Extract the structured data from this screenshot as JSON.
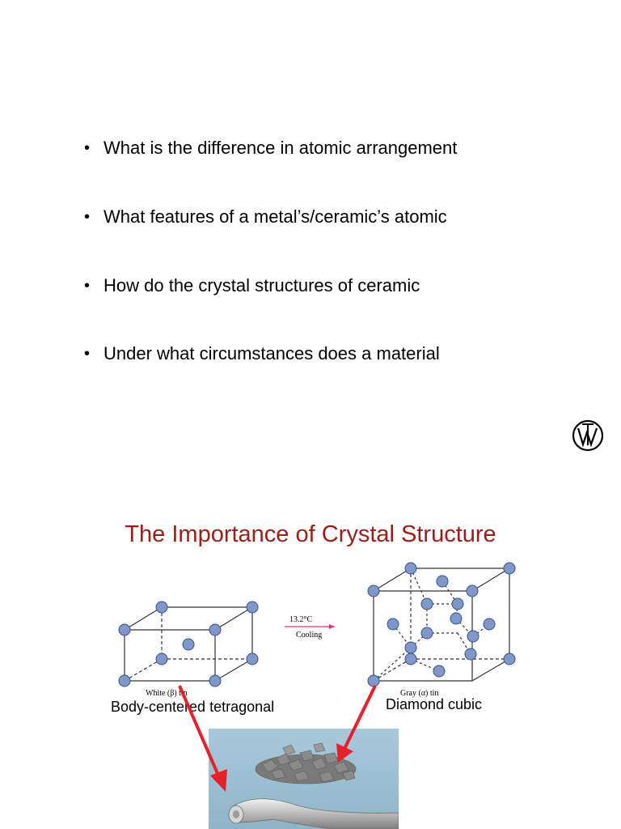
{
  "slide1": {
    "bullets": [
      "What is the difference in atomic arrangement",
      "What features of a metal’s/ceramic’s atomic",
      "How do the crystal structures of ceramic",
      "Under what circumstances does a material"
    ],
    "bullet_symbol": "•",
    "logo_icon": "wiley-logo-icon"
  },
  "slide2": {
    "title": "The Importance of Crystal Structure",
    "transition": {
      "temperature": "13.2°C",
      "process": "Cooling"
    },
    "left_structure": {
      "small_label": "White (β) tin",
      "name": "Body-centered tetragonal"
    },
    "right_structure": {
      "small_label": "Gray (α) tin",
      "name": "Diamond cubic"
    },
    "colors": {
      "title": "#9e1b16",
      "arrow": "#e8202a",
      "atom": "#7f97c9",
      "cooling_arrow": "#e0307a"
    }
  }
}
